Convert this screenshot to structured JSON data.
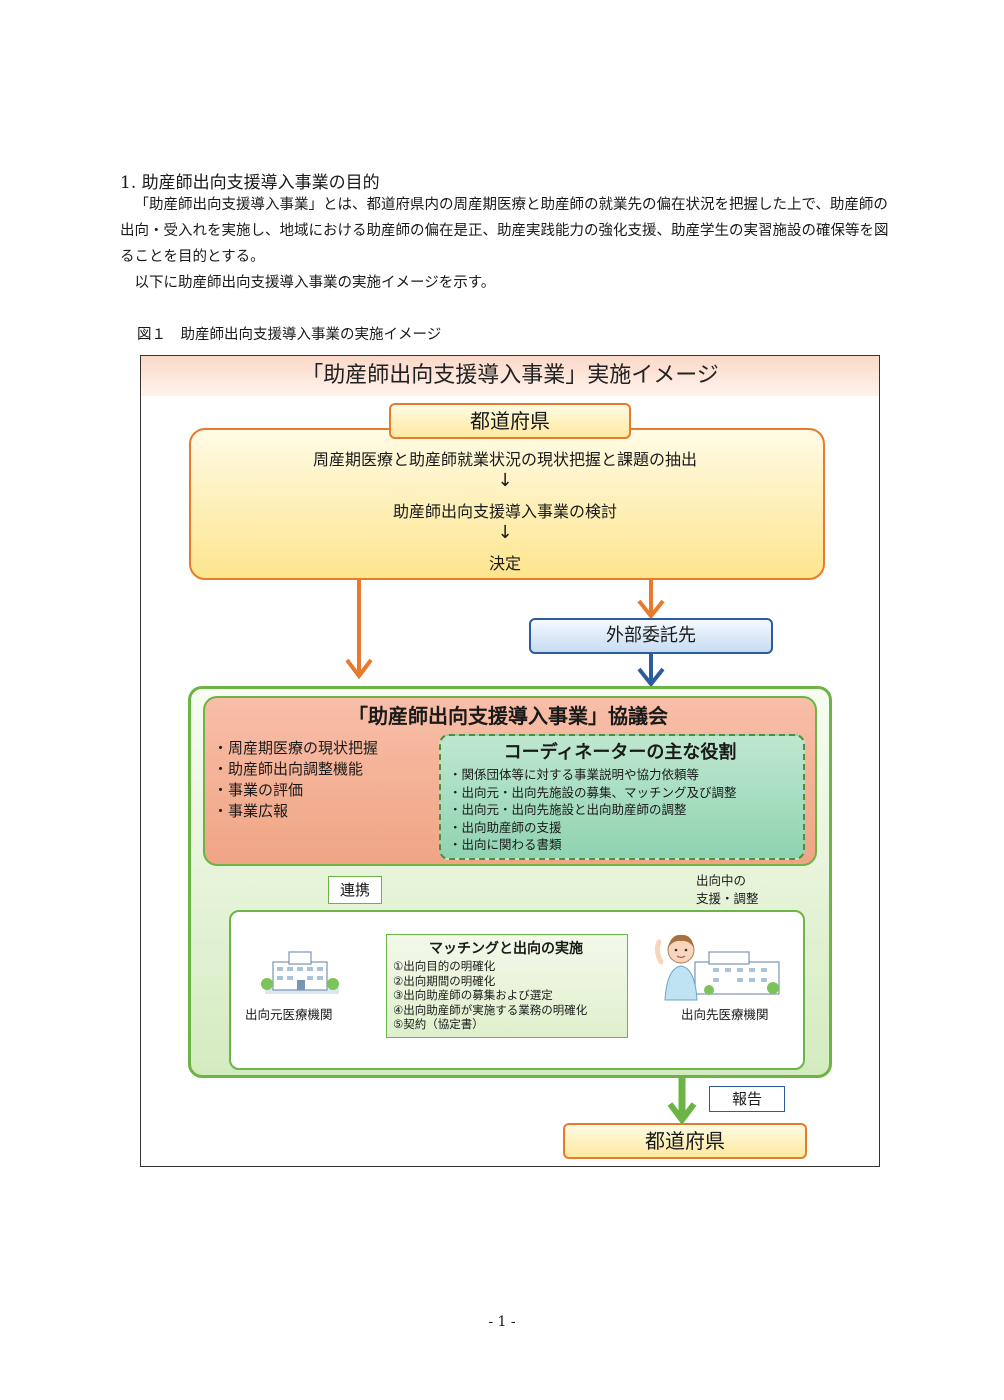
{
  "section": {
    "heading": "1. 助産師出向支援導入事業の目的",
    "paragraph1": "「助産師出向支援導入事業」とは、都道府県内の周産期医療と助産師の就業先の偏在状況を把握した上で、助産師の出向・受入れを実施し、地域における助産師の偏在是正、助産実践能力の強化支援、助産学生の実習施設の確保等を図ることを目的とする。",
    "paragraph2": "以下に助産師出向支援導入事業の実施イメージを示す。"
  },
  "figure": {
    "caption": "図１　助産師出向支援導入事業の実施イメージ",
    "title": "「助産師出向支援導入事業」実施イメージ",
    "prefecture_top": "都道府県",
    "prefecture_steps": [
      "周産期医療と助産師就業状況の現状把握と課題の抽出",
      "助産師出向支援導入事業の検討",
      "決定"
    ],
    "step_arrow": "↓",
    "contractor": "外部委託先",
    "council": {
      "title": "「助産師出向支援導入事業」協議会",
      "items": [
        "・周産期医療の現状把握",
        "・助産師出向調整機能",
        "・事業の評価",
        "・事業広報"
      ]
    },
    "coordinator": {
      "title": "コーディネーターの主な役割",
      "items": [
        "・関係団体等に対する事業説明や協力依頼等",
        "・出向元・出向先施設の募集、マッチング及び調整",
        "・出向元・出向先施設と出向助産師の調整",
        "・出向助産師の支援",
        "・出向に関わる書類"
      ]
    },
    "link_label": "連携",
    "support_label_line1": "出向中の",
    "support_label_line2": "支援・調整",
    "matching": {
      "title": "マッチングと出向の実施",
      "items": [
        "①出向目的の明確化",
        "②出向期間の明確化",
        "③出向助産師の募集および選定",
        "④出向助産師が実施する業務の明確化",
        "⑤契約（協定書）"
      ]
    },
    "source_institution": "出向元医療機関",
    "destination_institution": "出向先医療機関",
    "report_label": "報告",
    "prefecture_bottom": "都道府県"
  },
  "page_number": "- 1 -",
  "colors": {
    "orange_border": "#e87a2e",
    "green_border": "#6cb445",
    "blue_border": "#2e5b9c",
    "salmon_fill": "#f0a585",
    "mint_fill": "#8fd3b1"
  }
}
